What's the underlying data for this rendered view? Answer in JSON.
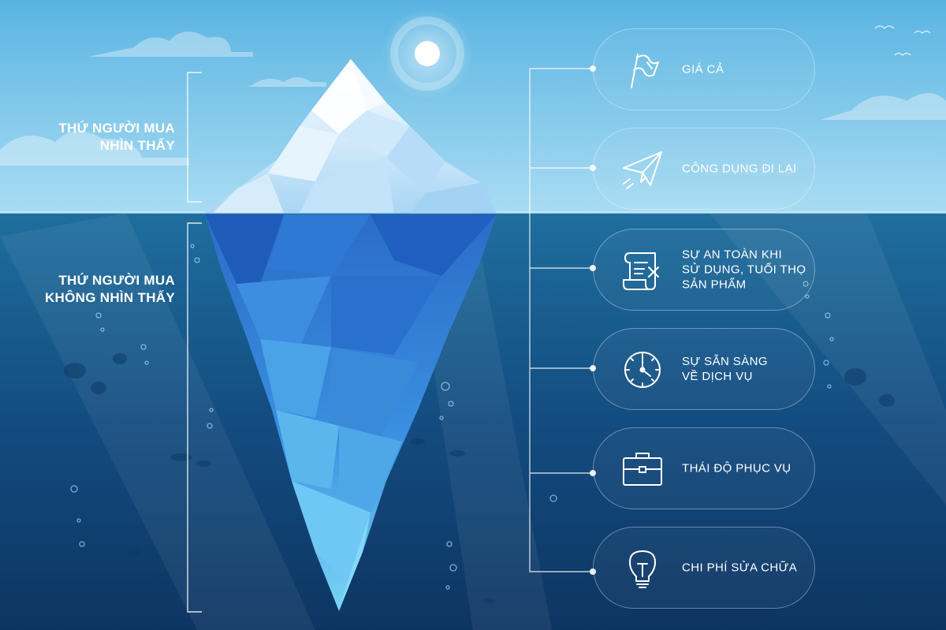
{
  "labels": {
    "visible": "THỨ NGƯỜI MUA\nNHÌN THẤY",
    "hidden": "THỨ NGƯỜI MUA\nKHÔNG NHÌN THẤY"
  },
  "items": [
    {
      "text": "GIÁ CẢ",
      "icon": "flag-icon"
    },
    {
      "text": "CÔNG DỤNG ĐI LẠI",
      "icon": "paper-plane-icon"
    },
    {
      "text": "SỰ AN TOÀN KHI\nSỬ DỤNG, TUỔI THỌ\nSẢN PHẨM",
      "icon": "document-icon"
    },
    {
      "text": "SỰ SẴN SÀNG\nVỀ DỊCH VỤ",
      "icon": "clock-icon"
    },
    {
      "text": "THÁI ĐỘ PHỤC VỤ",
      "icon": "briefcase-icon"
    },
    {
      "text": "CHI PHÍ SỬA CHỮA",
      "icon": "light-bulb-icon"
    }
  ],
  "colors": {
    "sky_top": "#5ab4e2",
    "sky_bottom": "#a9dcf3",
    "sea_top": "#1f6e9e",
    "sea_bottom": "#0d3562",
    "ice_light": "#e9f6fd",
    "ice_deep": "#2a73c8"
  }
}
